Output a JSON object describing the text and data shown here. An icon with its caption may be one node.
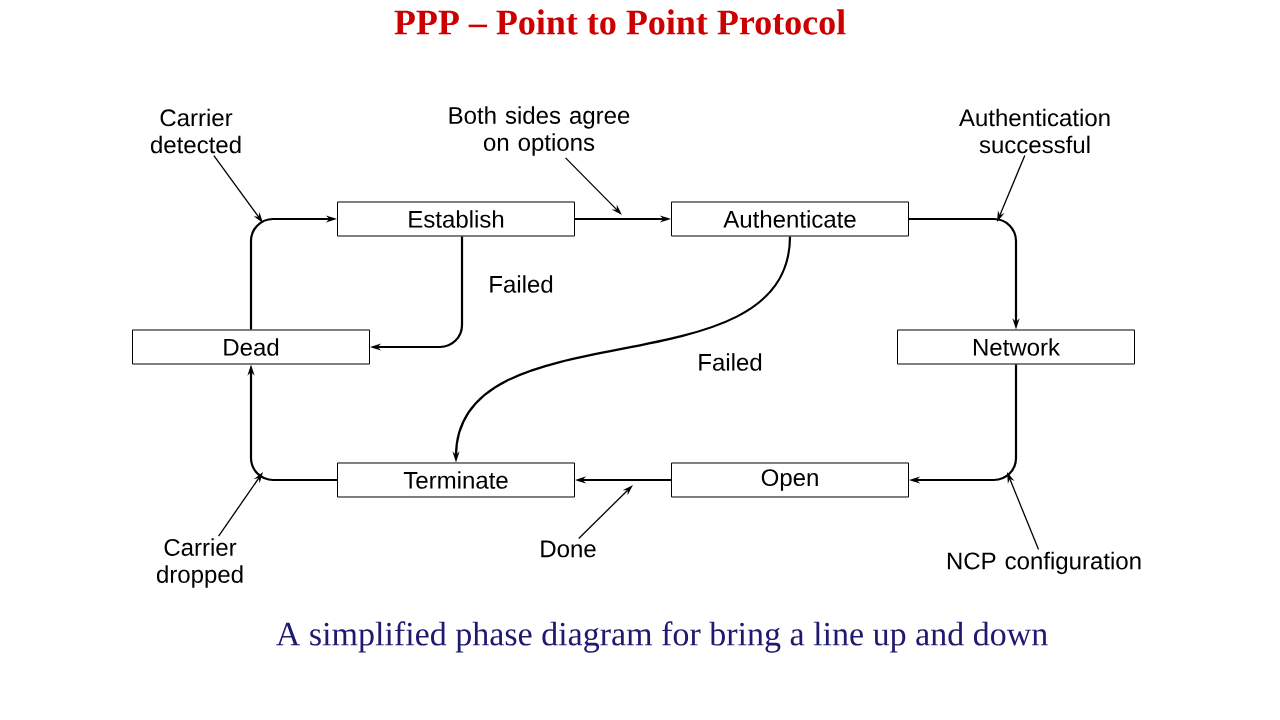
{
  "diagram": {
    "title": "PPP – Point to Point Protocol",
    "caption": "A simplified phase diagram for bring a line up and down",
    "nodes": [
      {
        "text": [
          "Dead"
        ]
      },
      {
        "text": [
          "Establish"
        ]
      },
      {
        "text": [
          "Authenticate"
        ]
      },
      {
        "text": [
          "Network"
        ]
      },
      {
        "text": [
          "Terminate"
        ]
      },
      {
        "text": [
          "Open"
        ]
      },
      {
        "text": [
          "Carrier detected"
        ]
      },
      {
        "text": [
          "Both sides agree on options"
        ]
      },
      {
        "text": [
          "Authentication successful"
        ]
      },
      {
        "text": [
          "NCP configuration"
        ]
      },
      {
        "text": [
          "Done"
        ]
      },
      {
        "text": [
          "Carrier dropped"
        ]
      }
    ],
    "edges": [
      {
        "from": 0,
        "to": 1,
        "arrow": "to"
      },
      {
        "from": 1,
        "to": 2,
        "arrow": "to"
      },
      {
        "from": 2,
        "to": 3,
        "arrow": "to"
      },
      {
        "from": 3,
        "to": 5,
        "arrow": "to"
      },
      {
        "from": 5,
        "to": 4,
        "arrow": "to"
      },
      {
        "from": 4,
        "to": 0,
        "arrow": "to"
      },
      {
        "from": 1,
        "to": 0,
        "arrow": "to",
        "label": "Failed"
      },
      {
        "from": 2,
        "to": 4,
        "arrow": "to",
        "label": "Failed"
      },
      {
        "from": 6,
        "to": null,
        "arrow": "to"
      },
      {
        "from": 7,
        "to": null,
        "arrow": "to"
      },
      {
        "from": 8,
        "to": null,
        "arrow": "to"
      },
      {
        "from": 9,
        "to": null,
        "arrow": "to"
      },
      {
        "from": 10,
        "to": null,
        "arrow": "to"
      },
      {
        "from": 11,
        "to": null,
        "arrow": "to"
      }
    ]
  }
}
